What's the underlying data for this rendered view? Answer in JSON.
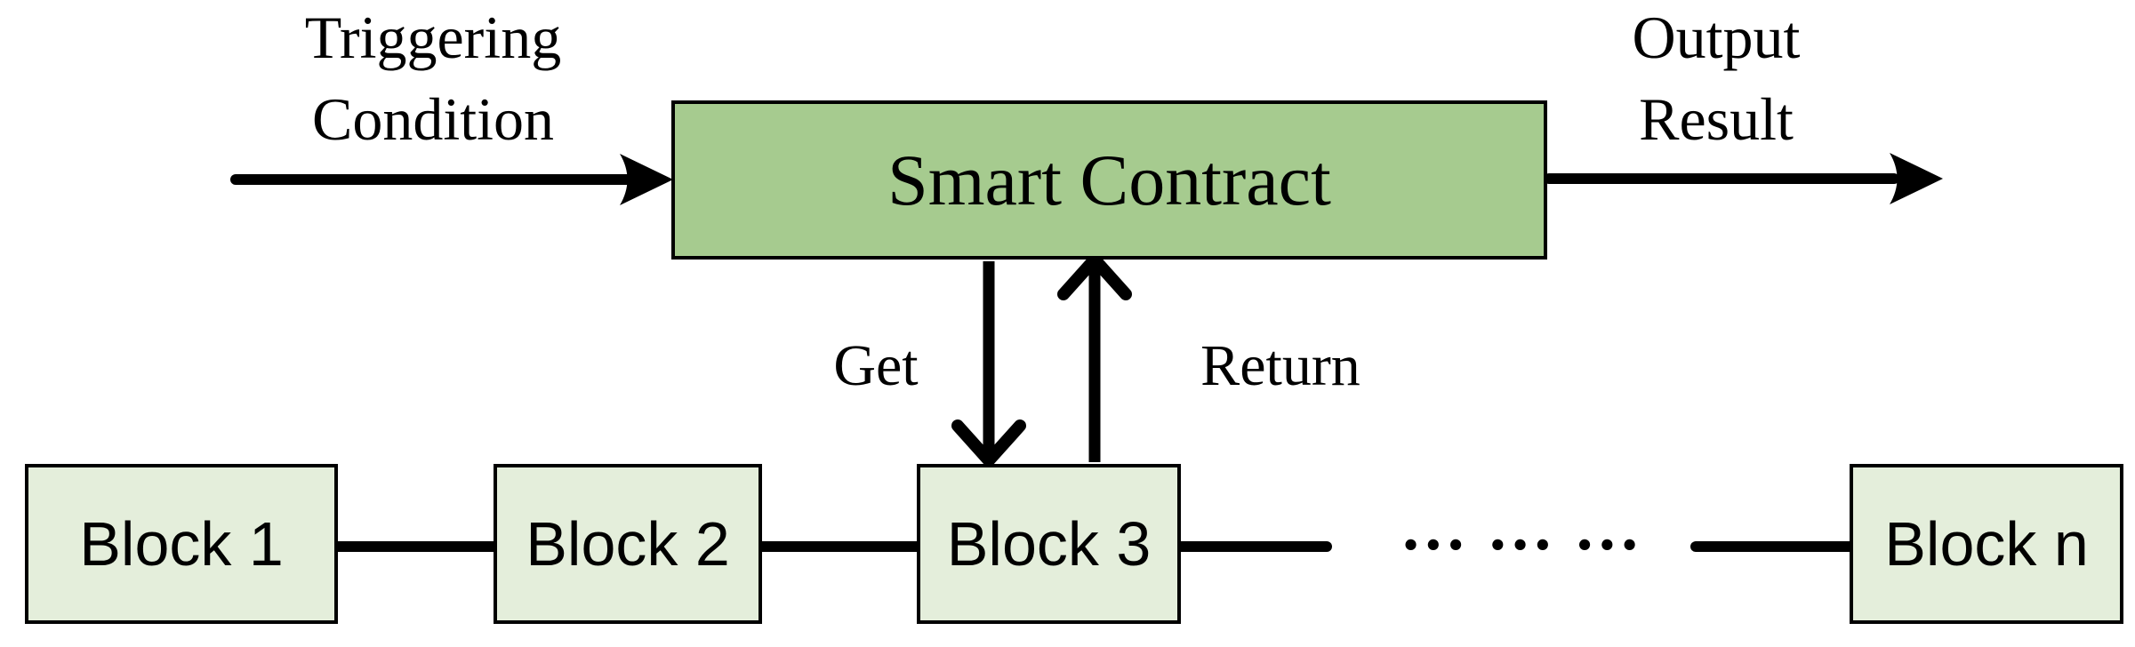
{
  "diagram": {
    "input_label": {
      "line1": "Triggering",
      "line2": "Condition"
    },
    "output_label": {
      "line1": "Output",
      "line2": "Result"
    },
    "smart_contract_label": "Smart Contract",
    "get_label": "Get",
    "return_label": "Return",
    "ellipsis": "… … …",
    "blocks": [
      {
        "label": "Block 1"
      },
      {
        "label": "Block 2"
      },
      {
        "label": "Block 3"
      },
      {
        "label": "Block n"
      }
    ],
    "colors": {
      "smart_contract_fill": "#a6cb8f",
      "block_fill": "#e4eedb",
      "line": "#000000",
      "background": "#ffffff"
    }
  }
}
